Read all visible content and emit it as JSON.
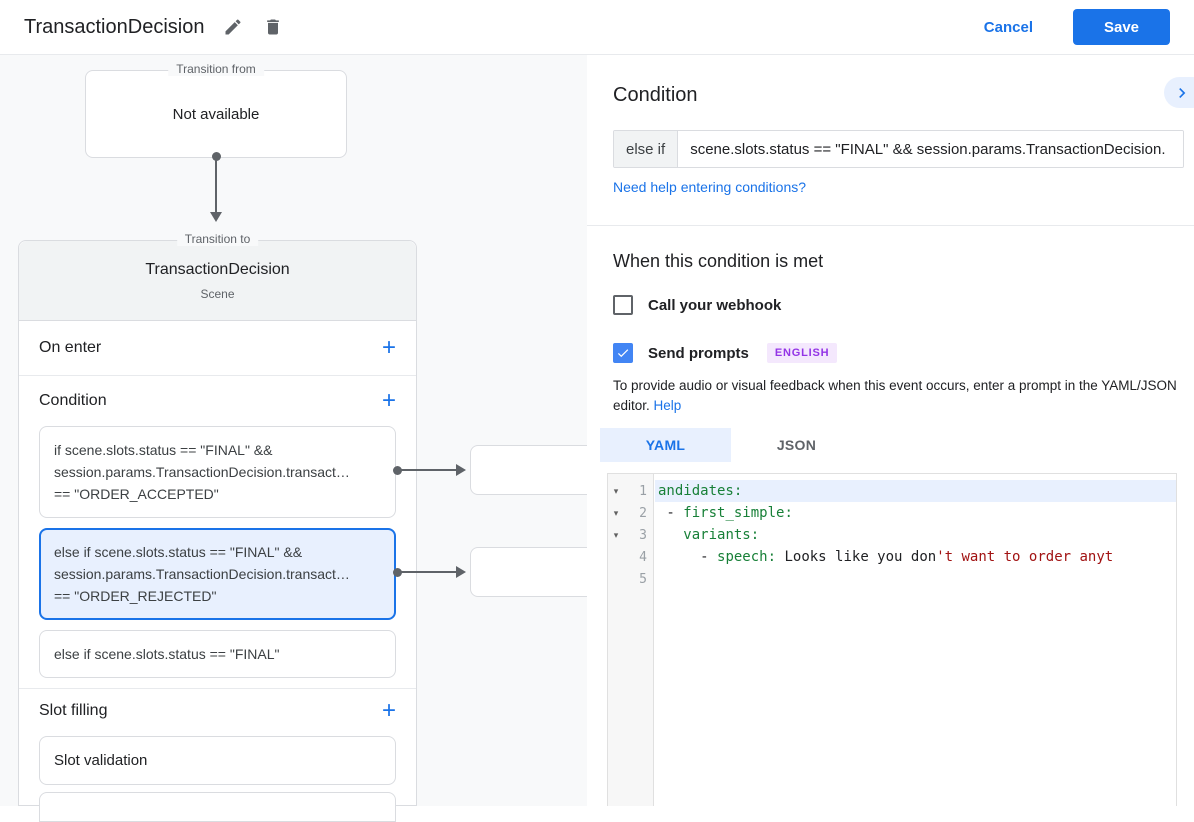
{
  "header": {
    "title": "TransactionDecision",
    "cancel_label": "Cancel",
    "save_label": "Save"
  },
  "flow": {
    "transition_from": {
      "legend": "Transition from",
      "value": "Not available"
    },
    "transition_to": {
      "legend": "Transition to",
      "title": "TransactionDecision",
      "subtitle": "Scene"
    },
    "sections": {
      "on_enter": "On enter",
      "condition": "Condition",
      "slot_filling": "Slot filling"
    },
    "conditions": [
      {
        "selected": false,
        "lines": [
          "if scene.slots.status == \"FINAL\" &&",
          "session.params.TransactionDecision.transact…",
          "== \"ORDER_ACCEPTED\""
        ]
      },
      {
        "selected": true,
        "lines": [
          "else if scene.slots.status == \"FINAL\" &&",
          "session.params.TransactionDecision.transact…",
          "== \"ORDER_REJECTED\""
        ]
      },
      {
        "selected": false,
        "lines": [
          "else if scene.slots.status == \"FINAL\""
        ]
      }
    ],
    "slot_items": [
      "Slot validation"
    ]
  },
  "panel": {
    "condition_title": "Condition",
    "condition_prefix": "else if",
    "condition_value": "scene.slots.status == \"FINAL\" && session.params.TransactionDecision.",
    "help_link": "Need help entering conditions?",
    "when_met_title": "When this condition is met",
    "webhook_label": "Call your webhook",
    "webhook_checked": false,
    "send_prompts_label": "Send prompts",
    "send_prompts_checked": true,
    "language_badge": "ENGLISH",
    "description": "To provide audio or visual feedback when this event occurs, enter a prompt in the YAML/JSON editor. ",
    "description_link": "Help",
    "tabs": [
      {
        "label": "YAML",
        "active": true
      },
      {
        "label": "JSON",
        "active": false
      }
    ]
  },
  "editor": {
    "lines": [
      {
        "num": "1",
        "fold": true,
        "active": true,
        "segments": [
          {
            "text": "andidates:",
            "color": "key"
          }
        ]
      },
      {
        "num": "2",
        "fold": true,
        "active": false,
        "segments": [
          {
            "text": " - ",
            "color": "plain"
          },
          {
            "text": "first_simple:",
            "color": "key"
          }
        ]
      },
      {
        "num": "3",
        "fold": true,
        "active": false,
        "segments": [
          {
            "text": "   ",
            "color": "plain"
          },
          {
            "text": "variants:",
            "color": "key"
          }
        ]
      },
      {
        "num": "4",
        "fold": false,
        "active": false,
        "segments": [
          {
            "text": "     - ",
            "color": "plain"
          },
          {
            "text": "speech:",
            "color": "key"
          },
          {
            "text": " Looks like you don",
            "color": "plain"
          },
          {
            "text": "'t want to order anyt",
            "color": "string"
          }
        ]
      },
      {
        "num": "5",
        "fold": false,
        "active": false,
        "segments": []
      }
    ]
  },
  "colors": {
    "accent_blue": "#1a73e8",
    "checkbox_blue": "#4285f4",
    "selected_bg": "#e8f0fe",
    "badge_purple": "#9334e6",
    "code_key_green": "#188038",
    "code_string_red": "#a11212"
  }
}
